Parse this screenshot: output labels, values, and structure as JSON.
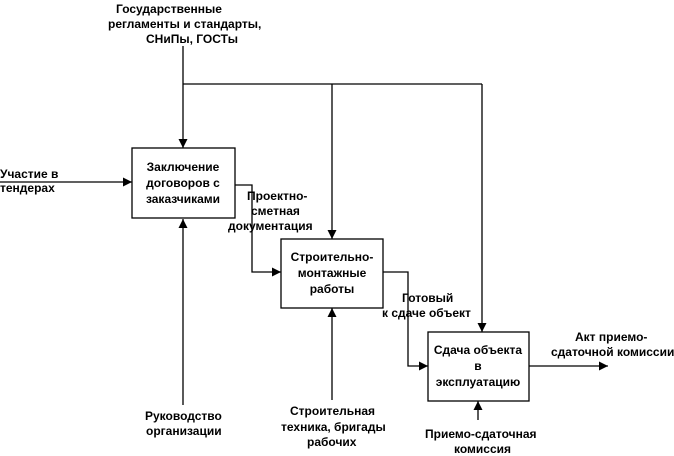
{
  "boxes": {
    "contracts": [
      "Заключение",
      "договоров с",
      "заказчиками"
    ],
    "construction": [
      "Строительно-",
      "монтажные",
      "работы"
    ],
    "handover": [
      "Сдача объекта",
      "в",
      "эксплуатацию"
    ]
  },
  "labels": {
    "standards": [
      "Государственные",
      "регламенты и стандарты,",
      "СНиПы, ГОСТы"
    ],
    "tenders": [
      "Участие в",
      "тендерах"
    ],
    "design_docs": [
      "Проектно-",
      "сметная",
      "документация"
    ],
    "ready_object": [
      "Готовый",
      "к сдаче объект"
    ],
    "act": [
      "Акт приемо-",
      "сдаточной комиссии"
    ],
    "management": [
      "Руководство",
      "организации"
    ],
    "equipment": [
      "Строительная",
      "техника, бригады",
      "рабочих"
    ],
    "commission": [
      "Приемо-сдаточная",
      "комиссия"
    ]
  }
}
